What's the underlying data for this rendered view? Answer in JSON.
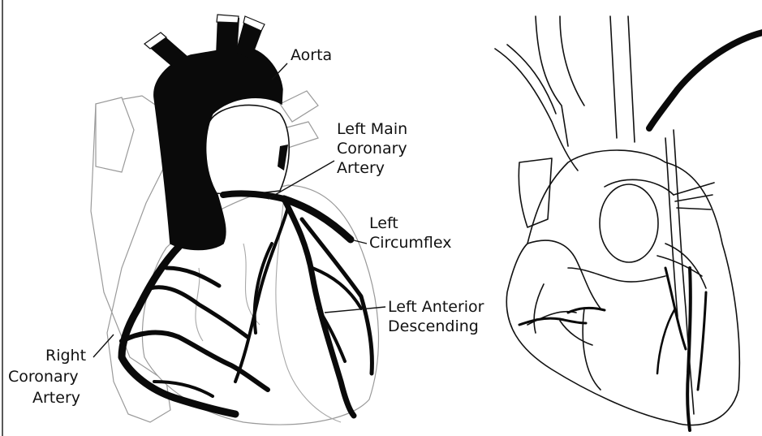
{
  "labels": {
    "aorta": "Aorta",
    "left_main": [
      "Left Main",
      "Coronary",
      "Artery"
    ],
    "left_circumflex": [
      "Left",
      "Circumflex"
    ],
    "left_anterior_descending": [
      "Left Anterior",
      "Descending"
    ],
    "right_coronary": [
      "Right",
      "Coronary",
      "Artery"
    ]
  },
  "colors": {
    "artery": "#0a0a0a",
    "outline": "#111111",
    "background_structures": "#9a9a9a"
  }
}
